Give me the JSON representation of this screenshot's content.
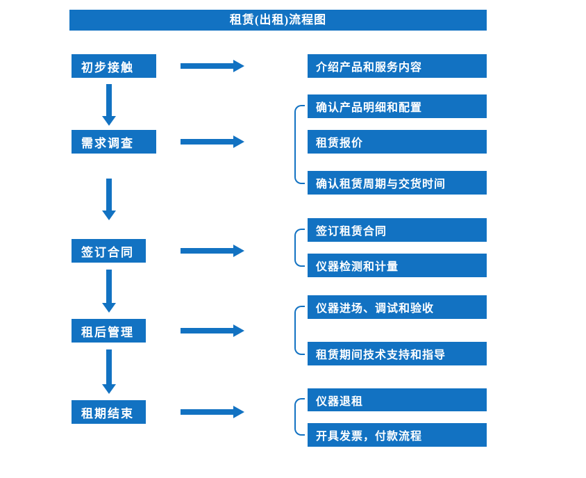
{
  "title": "租赁(出租)流程图",
  "colors": {
    "primary": "#1272C2",
    "text": "#FFFFFF",
    "background": "#FFFFFF"
  },
  "stages": [
    {
      "label": "初步接触",
      "outputs": [
        "介绍产品和服务内容"
      ]
    },
    {
      "label": "需求调查",
      "outputs": [
        "确认产品明细和配置",
        "租赁报价",
        "确认租赁周期与交货时间"
      ]
    },
    {
      "label": "签订合同",
      "outputs": [
        "签订租赁合同",
        "仪器检测和计量"
      ]
    },
    {
      "label": "租后管理",
      "outputs": [
        "仪器进场、调试和验收",
        "租赁期间技术支持和指导"
      ]
    },
    {
      "label": "租期结束",
      "outputs": [
        "仪器退租",
        "开具发票，付款流程"
      ]
    }
  ]
}
